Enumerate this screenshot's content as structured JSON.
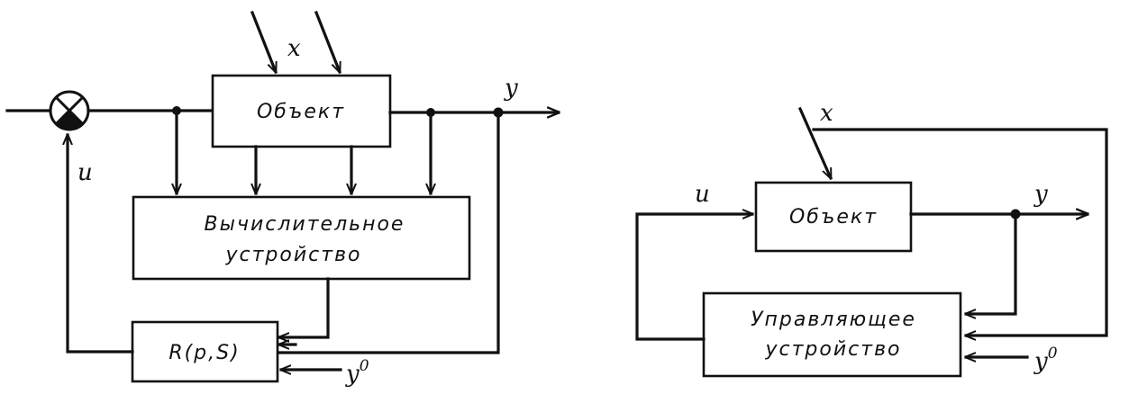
{
  "left_diagram": {
    "object_label": "Объект",
    "computer_label_line1": "Вычислительное",
    "computer_label_line2": "устройство",
    "regulator_label": "R(p,S)",
    "input_x": "x",
    "output_y": "y",
    "control_u": "u",
    "reference_y0_base": "y",
    "reference_y0_sup": "0"
  },
  "right_diagram": {
    "object_label": "Объект",
    "controller_label_line1": "Управляющее",
    "controller_label_line2": "устройство",
    "input_x": "x",
    "output_y": "y",
    "control_u": "u",
    "reference_y0_base": "y",
    "reference_y0_sup": "0"
  }
}
